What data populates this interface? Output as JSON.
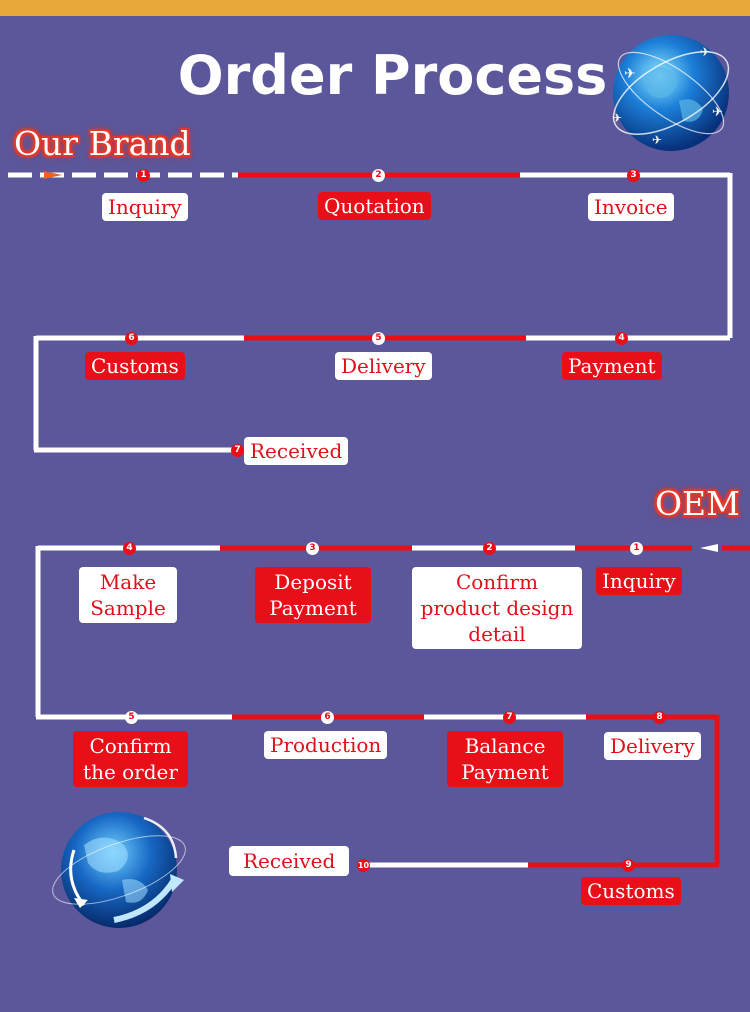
{
  "title": "Order Process",
  "brand_label": "Our Brand",
  "oem_label": "OEM",
  "brand_steps": [
    {
      "n": "1",
      "label": "Inquiry"
    },
    {
      "n": "2",
      "label": "Quotation"
    },
    {
      "n": "3",
      "label": "Invoice"
    },
    {
      "n": "4",
      "label": "Payment"
    },
    {
      "n": "5",
      "label": "Delivery"
    },
    {
      "n": "6",
      "label": "Customs"
    },
    {
      "n": "7",
      "label": "Received"
    }
  ],
  "oem_steps": [
    {
      "n": "1",
      "label": "Inquiry"
    },
    {
      "n": "2",
      "label": "Confirm product design detail"
    },
    {
      "n": "3",
      "label": "Deposit Payment"
    },
    {
      "n": "4",
      "label": "Make Sample"
    },
    {
      "n": "5",
      "label": "Confirm the order"
    },
    {
      "n": "6",
      "label": "Production"
    },
    {
      "n": "7",
      "label": "Balance Payment"
    },
    {
      "n": "8",
      "label": "Delivery"
    },
    {
      "n": "9",
      "label": "Customs"
    },
    {
      "n": "10",
      "label": "Received"
    }
  ],
  "colors": {
    "background": "#5b579a",
    "accent": "#e80f18",
    "top_bar": "#e8a93a",
    "line": "#ffffff"
  },
  "icons": [
    "globe-airplanes-icon",
    "globe-arrows-icon"
  ]
}
